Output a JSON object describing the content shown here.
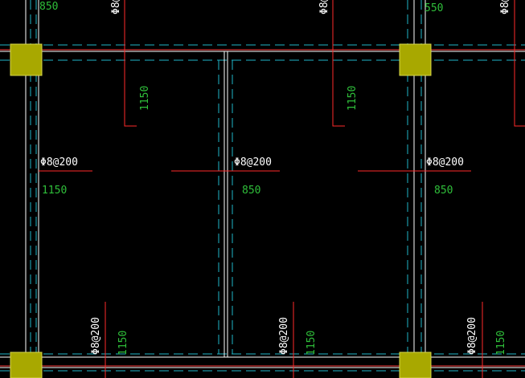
{
  "colors": {
    "background": "#000000",
    "axis_line": "#ff3b3b",
    "wall_line": "#ffffff",
    "hidden_line": "#1fb6c8",
    "column_fill": "#a8a800",
    "column_edge": "#d9d94a",
    "rebar": "#ff2a2a",
    "dim_text": "#2fbf3a",
    "spec_text": "#ffffff"
  },
  "labels": {
    "top_dim_left": "850",
    "top_dim_right": "550",
    "top_spec_1": "Φ8@",
    "top_spec_2": "Φ8@",
    "top_spec_3": "Φ8@",
    "top_len_1": "1150",
    "top_len_2": "1150",
    "mid_spec_1": "Φ8@200",
    "mid_spec_2": "Φ8@200",
    "mid_spec_3": "Φ8@200",
    "mid_len_1": "1150",
    "mid_len_2": "850",
    "mid_len_3": "850",
    "bot_spec_1": "Φ8@200",
    "bot_spec_2": "Φ8@200",
    "bot_spec_3": "Φ8@200",
    "bot_len_1": "1150",
    "bot_len_2": "1150",
    "bot_len_3": "1150"
  }
}
